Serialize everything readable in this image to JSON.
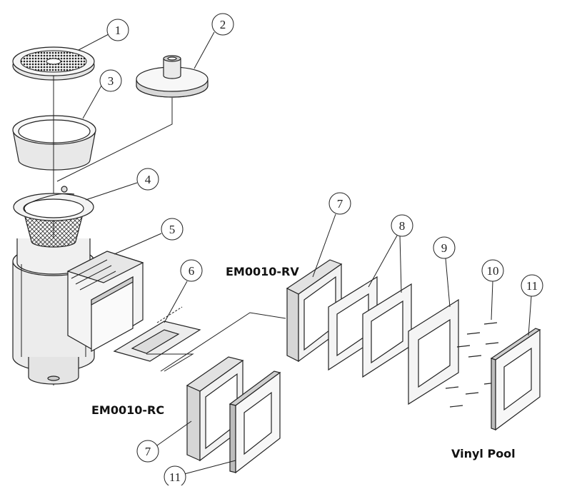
{
  "callouts": {
    "c1": "1",
    "c2": "2",
    "c3": "3",
    "c4": "4",
    "c5": "5",
    "c6": "6",
    "c7a": "7",
    "c7b": "7",
    "c8": "8",
    "c9": "9",
    "c10": "10",
    "c11a": "11",
    "c11b": "11"
  },
  "labels": {
    "model_rv": "EM0010-RV",
    "model_rc": "EM0010-RC",
    "vinyl_pool": "Vinyl Pool"
  },
  "colors": {
    "line": "#222222",
    "fill_light": "#f2f2f2",
    "fill_mid": "#d9d9d9",
    "fill_dark": "#9a9a9a"
  }
}
